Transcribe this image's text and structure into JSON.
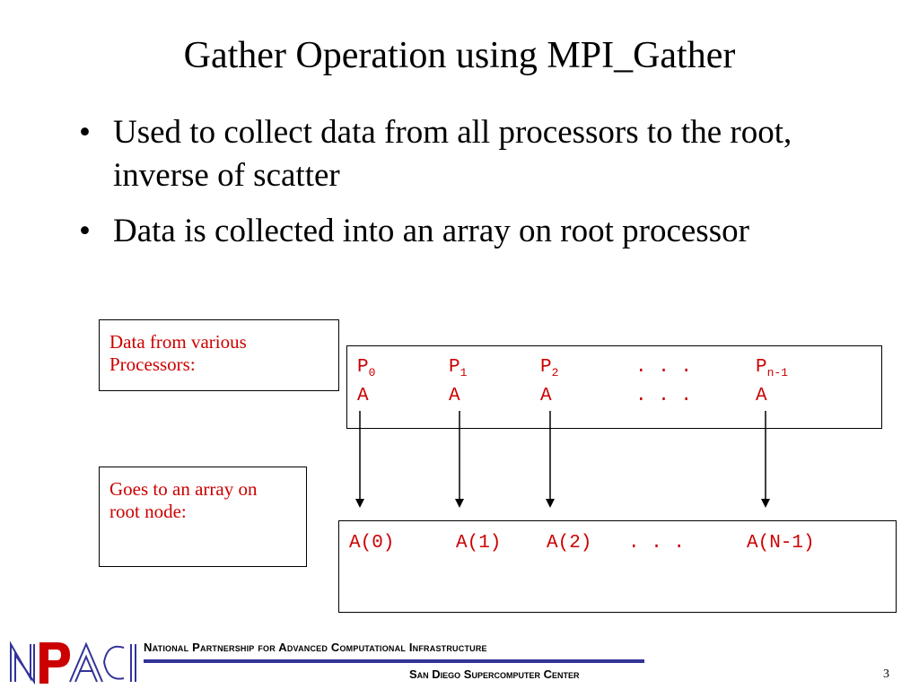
{
  "slide": {
    "title": "Gather Operation using MPI_Gather",
    "bullets": [
      "Used to collect data from all processors to the root, inverse of scatter",
      "Data is collected into an array on root processor"
    ]
  },
  "diagram": {
    "source_label": "Data from various Processors:",
    "target_label": "Goes to an array on root node:",
    "processors": [
      {
        "name": "P",
        "sub": "0",
        "value": "A"
      },
      {
        "name": "P",
        "sub": "1",
        "value": "A"
      },
      {
        "name": "P",
        "sub": "2",
        "value": "A"
      },
      {
        "name": ". . .",
        "sub": "",
        "value": ". . ."
      },
      {
        "name": "P",
        "sub": "n-1",
        "value": "A"
      }
    ],
    "array_cells": [
      "A(0)",
      "A(1)",
      "A(2)",
      ". . .",
      "A(N-1)"
    ],
    "colors": {
      "text": "#cc0000",
      "arrow": "#000000"
    }
  },
  "footer": {
    "logo_text": "NPACI",
    "line1": "National Partnership for Advanced Computational Infrastructure",
    "line2": "San Diego Supercomputer Center",
    "page_number": "3",
    "colors": {
      "bar": "#333399",
      "logo": "#333399",
      "logo_accent": "#cc0000"
    }
  }
}
